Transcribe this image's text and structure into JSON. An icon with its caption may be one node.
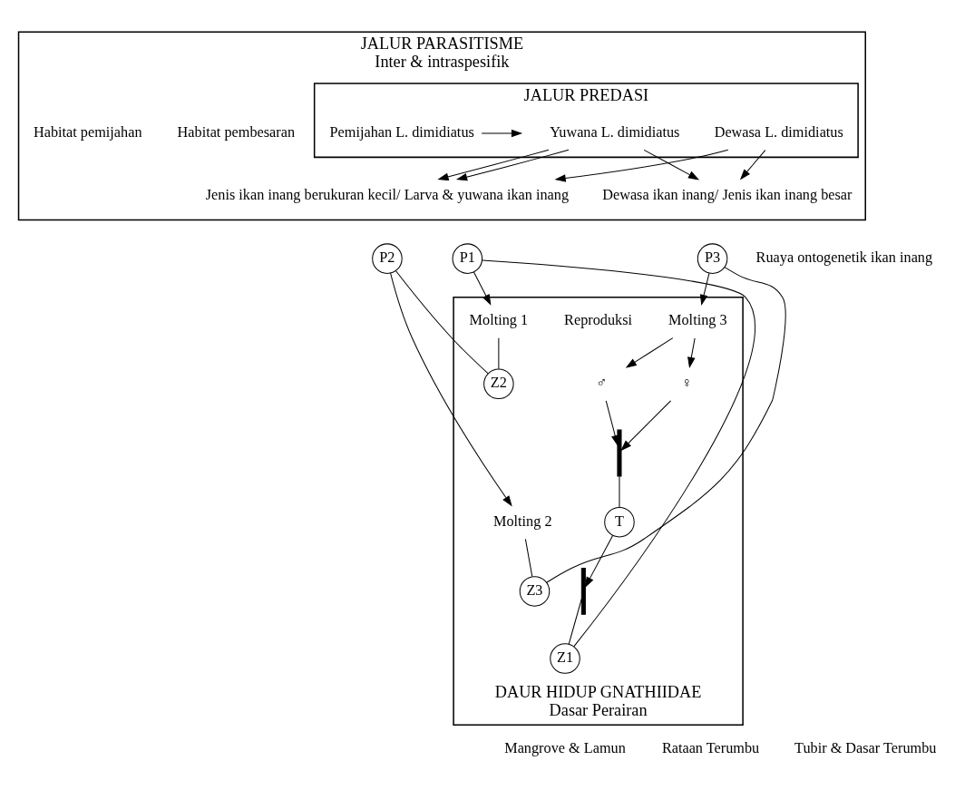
{
  "diagram": {
    "nodes": [
      {
        "text": [
          "JALUR PARASITISME",
          "Inter & intraspesifik"
        ]
      },
      {
        "text": [
          "JALUR PREDASI"
        ],
        "in": 0
      },
      {
        "text": [
          "Dewasa L. dimidiatus"
        ],
        "in": 1
      },
      {
        "text": [
          "Yuwana L. dimidiatus"
        ],
        "in": 1
      },
      {
        "text": [
          "Pemijahan L. dimidiatus"
        ],
        "in": 1
      },
      {
        "text": [
          "Jenis ikan inang berukuran kecil/ Larva & yuwana ikan inang"
        ],
        "in": 0
      },
      {
        "text": [
          "Dewasa ikan inang/ Jenis ikan inang besar"
        ],
        "in": 0
      },
      {
        "text": [
          "P3"
        ]
      },
      {
        "text": [
          "P2"
        ]
      },
      {
        "text": [
          "P1"
        ]
      },
      {
        "text": [
          "DAUR HIDUP GNATHIIDAE",
          "Dasar Perairan"
        ]
      },
      {
        "text": [
          "Molting 3"
        ],
        "in": 10
      },
      {
        "text": [
          "Z3"
        ],
        "in": 10
      },
      {
        "text": [
          "Molting 2"
        ],
        "in": 10
      },
      {
        "text": [
          "Z2"
        ],
        "in": 10
      },
      {
        "text": [
          "Molting 1"
        ],
        "in": 10
      },
      {
        "text": [
          "♂"
        ],
        "in": 10
      },
      {
        "text": [
          "♀"
        ],
        "in": 10
      },
      {
        "text": [],
        "shape": "bar",
        "in": 10
      },
      {
        "text": [
          "T"
        ],
        "in": 10
      },
      {
        "text": [],
        "shape": "bar",
        "in": 10
      },
      {
        "text": [
          "Z1"
        ],
        "in": 10
      }
    ],
    "edges": [
      {
        "from": 2,
        "to": 5,
        "arrow": "to"
      },
      {
        "from": 3,
        "to": 5,
        "arrow": "to"
      },
      {
        "from": 3,
        "to": 5,
        "arrow": "to"
      },
      {
        "from": 2,
        "to": 6,
        "arrow": "to"
      },
      {
        "from": 3,
        "to": 6,
        "arrow": "to"
      },
      {
        "from": 4,
        "to": null,
        "arrow": "to"
      },
      {
        "from": 21,
        "to": 9,
        "arrow": "none"
      },
      {
        "from": 9,
        "to": 15,
        "arrow": "to"
      },
      {
        "from": 15,
        "to": 14,
        "arrow": "none"
      },
      {
        "from": 14,
        "to": 8,
        "arrow": "none"
      },
      {
        "from": 8,
        "to": 13,
        "arrow": "to"
      },
      {
        "from": 13,
        "to": 12,
        "arrow": "none"
      },
      {
        "from": 12,
        "to": 7,
        "arrow": "none"
      },
      {
        "from": 7,
        "to": 11,
        "arrow": "to"
      },
      {
        "from": 11,
        "to": 16,
        "arrow": "to"
      },
      {
        "from": 11,
        "to": 17,
        "arrow": "to"
      },
      {
        "from": 16,
        "to": 18,
        "arrow": "to"
      },
      {
        "from": 17,
        "to": 18,
        "arrow": "to"
      },
      {
        "from": 18,
        "to": 19,
        "arrow": "none"
      },
      {
        "from": 19,
        "to": 20,
        "arrow": "to"
      },
      {
        "from": 20,
        "to": 21,
        "arrow": "none"
      }
    ],
    "labels": [
      "Habitat pembesaran",
      "Habitat pemijahan",
      "Ruaya ontogenetik ikan inang",
      "Reproduksi",
      "Mangrove & Lamun",
      "Rataan Terumbu",
      "Tubir & Dasar Terumbu"
    ]
  }
}
